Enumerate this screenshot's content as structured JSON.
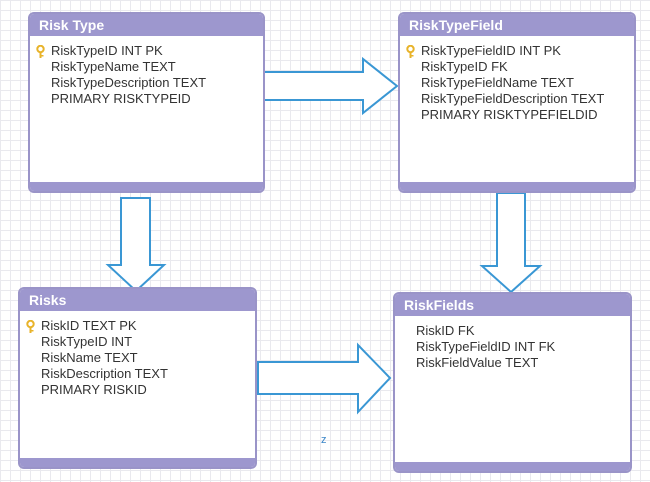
{
  "colors": {
    "header": "#9d97ce",
    "border": "#9a94c8",
    "arrow": "#3a97d4",
    "key": "#e8b32a"
  },
  "entities": {
    "risk_type": {
      "title": "Risk Type",
      "fields": [
        "RiskTypeID INT PK",
        "RiskTypeName TEXT",
        "RiskTypeDescription TEXT",
        "PRIMARY RISKTYPEID"
      ]
    },
    "risk_type_field": {
      "title": "RiskTypeField",
      "fields": [
        "RiskTypeFieldID INT PK",
        "RiskTypeID FK",
        "RiskTypeFieldName TEXT",
        "RiskTypeFieldDescription TEXT",
        "PRIMARY RISKTYPEFIELDID"
      ]
    },
    "risks": {
      "title": "Risks",
      "fields": [
        "RiskID TEXT PK",
        "RiskTypeID INT",
        "RiskName TEXT",
        "RiskDescription TEXT",
        "PRIMARY RISKID"
      ]
    },
    "risk_fields": {
      "title": "RiskFields",
      "fields": [
        "RiskID FK",
        "RiskTypeFieldID INT FK",
        "RiskFieldValue TEXT"
      ]
    }
  },
  "icons": {
    "primary_key": "key-icon"
  },
  "note": "z"
}
